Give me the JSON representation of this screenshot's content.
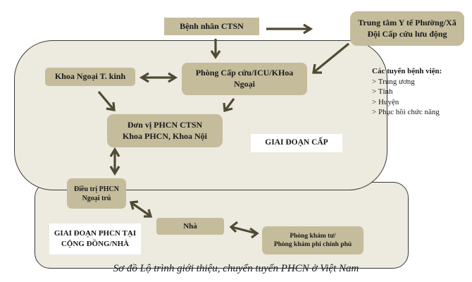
{
  "diagram": {
    "caption": "Sơ đồ Lộ trình giới thiệu, chuyển tuyến PHCN ở Việt Nam",
    "regions": {
      "acute": {
        "label": "GIAI ĐOẠN CẤP"
      },
      "community": {
        "label_line1": "GIAI ĐOẠN PHCN TẠI",
        "label_line2": "CỘNG ĐỒNG/NHÀ"
      }
    },
    "nodes": {
      "patient": {
        "line1": "Bệnh nhân CTSN"
      },
      "ward_center": {
        "line1": "Trung tâm Y tế Phường/Xã",
        "line2": "Đội Cấp cứu lưu động"
      },
      "neuro_surgery": {
        "line1": "Khoa Ngoại T. kinh"
      },
      "emergency": {
        "line1": "Phòng Cấp cứu/ICU/KHoa",
        "line2": "Ngoại"
      },
      "rehab_unit": {
        "line1": "Đơn vị PHCN CTSN",
        "line2": "Khoa PHCN, Khoa Nội"
      },
      "outpatient": {
        "line1": "Điều trị PHCN",
        "line2": "Ngoại trú"
      },
      "home": {
        "line1": "Nhà"
      },
      "private_clinic": {
        "line1": "Phòng khám tư/",
        "line2": "Phòng khám phi chính phủ"
      }
    },
    "legend": {
      "title": "Các tuyến bệnh viện:",
      "items": [
        "> Trung ương",
        "> Tỉnh",
        "> Huyện",
        "> Phục hồi chức năng"
      ]
    },
    "edges": [
      {
        "from": "patient",
        "to": "ward_center",
        "direction": "one-way"
      },
      {
        "from": "patient",
        "to": "emergency",
        "direction": "one-way"
      },
      {
        "from": "ward_center",
        "to": "emergency",
        "direction": "one-way"
      },
      {
        "from": "neuro_surgery",
        "to": "emergency",
        "direction": "two-way"
      },
      {
        "from": "neuro_surgery",
        "to": "rehab_unit",
        "direction": "one-way"
      },
      {
        "from": "emergency",
        "to": "rehab_unit",
        "direction": "one-way"
      },
      {
        "from": "rehab_unit",
        "to": "outpatient",
        "direction": "two-way"
      },
      {
        "from": "outpatient",
        "to": "home",
        "direction": "two-way"
      },
      {
        "from": "home",
        "to": "private_clinic",
        "direction": "two-way"
      }
    ],
    "colors": {
      "region_fill": "#edeae0",
      "node_fill": "#c4bc9b",
      "arrow": "#4e4a33",
      "outline": "#3a3a36"
    }
  }
}
